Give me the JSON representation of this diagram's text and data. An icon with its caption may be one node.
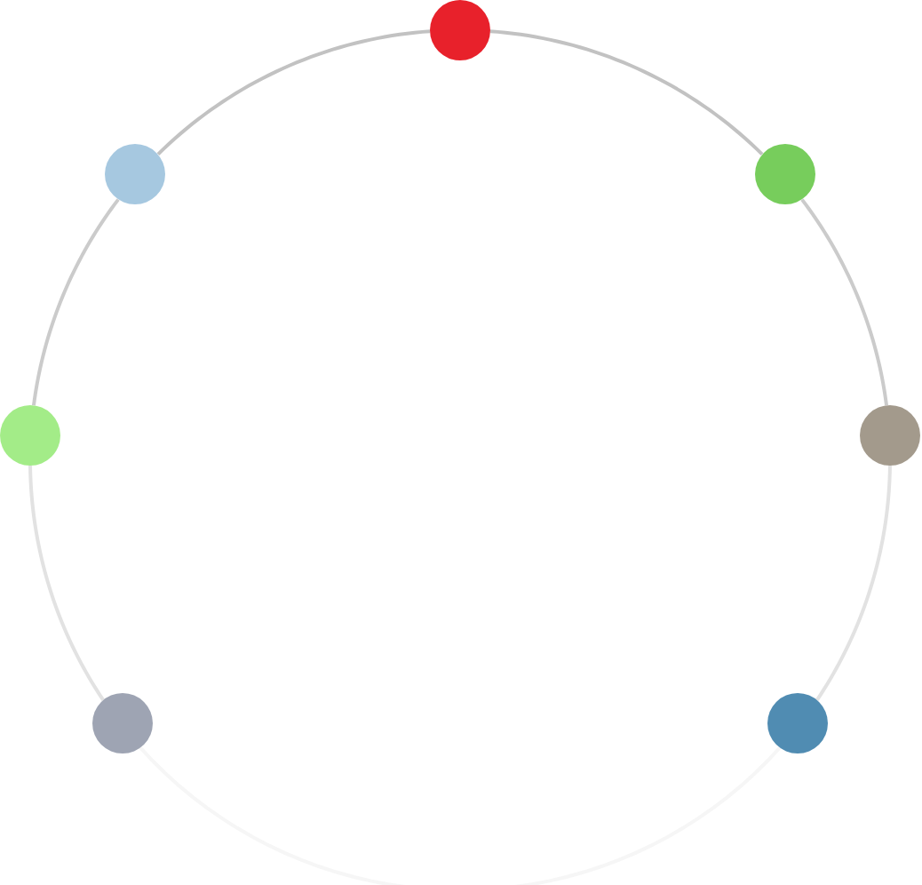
{
  "diagram": {
    "nodes": [
      {
        "text": [],
        "shape": "circle"
      },
      {
        "text": [],
        "shape": "circle"
      },
      {
        "text": [],
        "shape": "circle"
      },
      {
        "text": [],
        "shape": "circle"
      },
      {
        "text": [],
        "shape": "circle"
      },
      {
        "text": [],
        "shape": "circle"
      },
      {
        "text": [],
        "shape": "circle"
      }
    ],
    "edges": [
      {
        "from": 0,
        "to": 1,
        "arrow": "none",
        "color": "#c2c2c2"
      },
      {
        "from": 0,
        "to": 2,
        "arrow": "none",
        "color": "#c2c2c2"
      },
      {
        "from": 1,
        "to": 3,
        "arrow": "none",
        "color": "#cbcbcb"
      },
      {
        "from": 2,
        "to": 4,
        "arrow": "none",
        "color": "#cbcbcb"
      },
      {
        "from": 3,
        "to": 5,
        "arrow": "none",
        "color": "#e2e2e2"
      },
      {
        "from": 4,
        "to": 6,
        "arrow": "none",
        "color": "#e2e2e2"
      },
      {
        "from": 5,
        "to": 6,
        "arrow": "none",
        "color": "#f6f6f6"
      }
    ]
  }
}
